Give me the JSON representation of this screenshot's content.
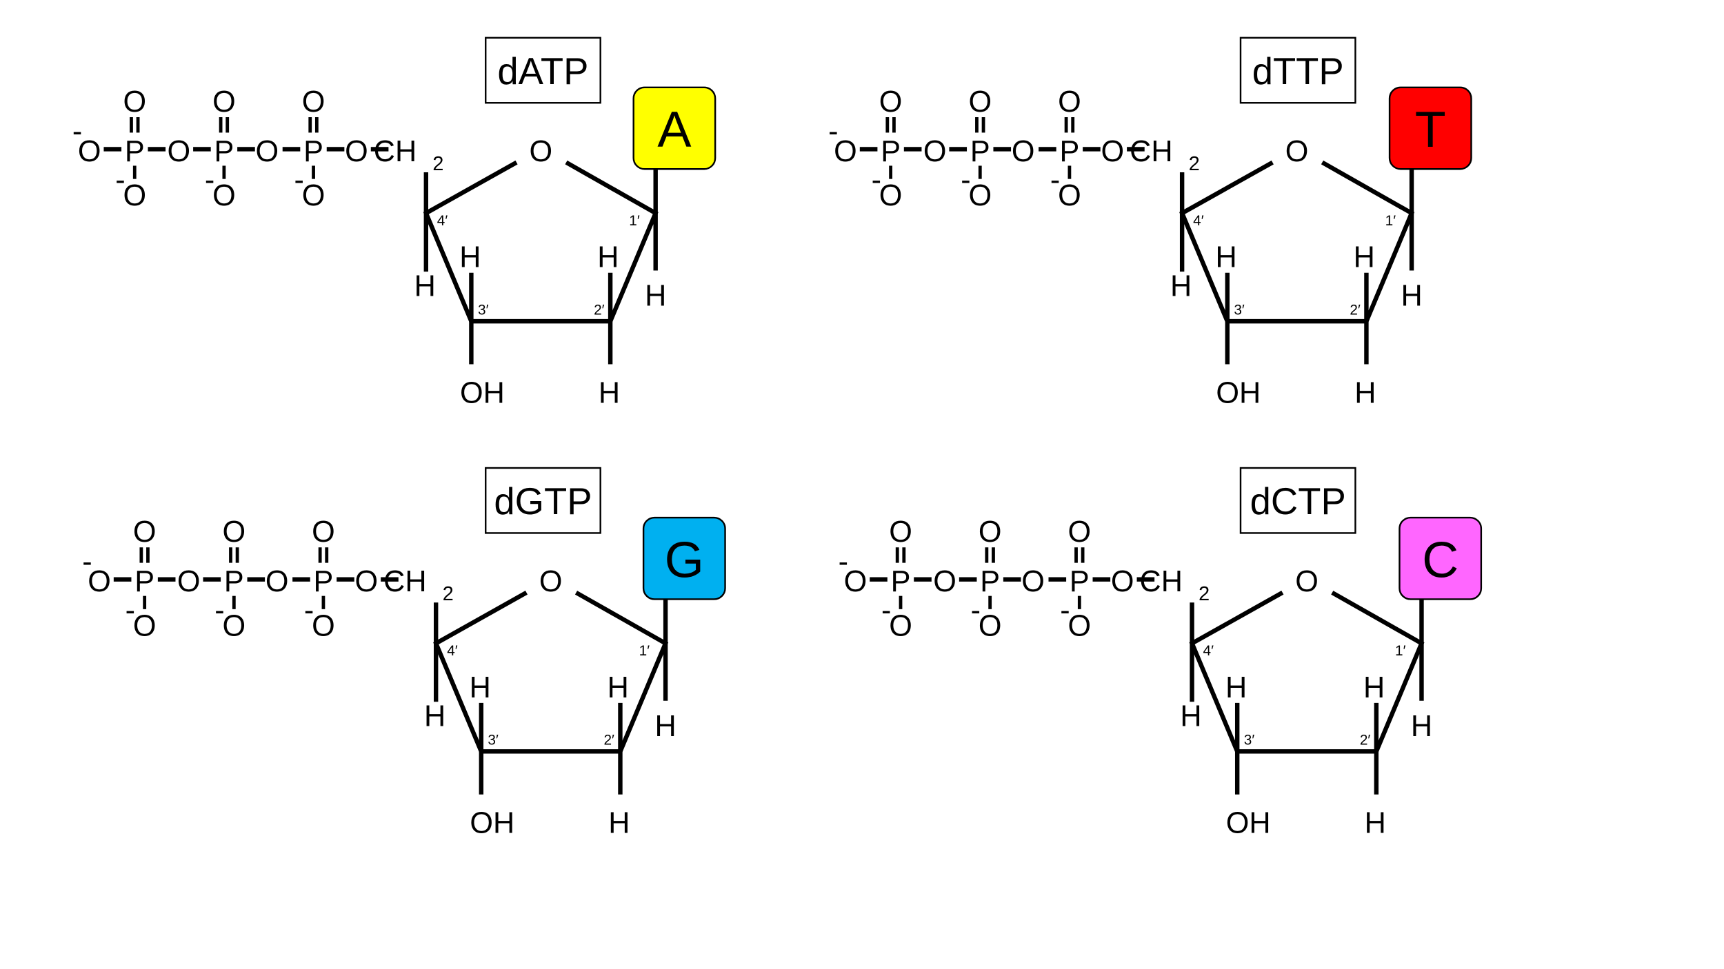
{
  "labels": {
    "oxygen": "O",
    "phosphorus": "P",
    "minus": "-",
    "ch": "CH",
    "sub2": "2",
    "hydrogen": "H",
    "hydroxyl": "OH",
    "c1": "1′",
    "c2": "2′",
    "c3": "3′",
    "c4": "4′"
  },
  "nucleotides": [
    {
      "name": "dATP",
      "base": "A",
      "base_color": "#FFFF00"
    },
    {
      "name": "dTTP",
      "base": "T",
      "base_color": "#FF0000"
    },
    {
      "name": "dGTP",
      "base": "G",
      "base_color": "#00B0F0"
    },
    {
      "name": "dCTP",
      "base": "C",
      "base_color": "#FF66FF"
    }
  ]
}
